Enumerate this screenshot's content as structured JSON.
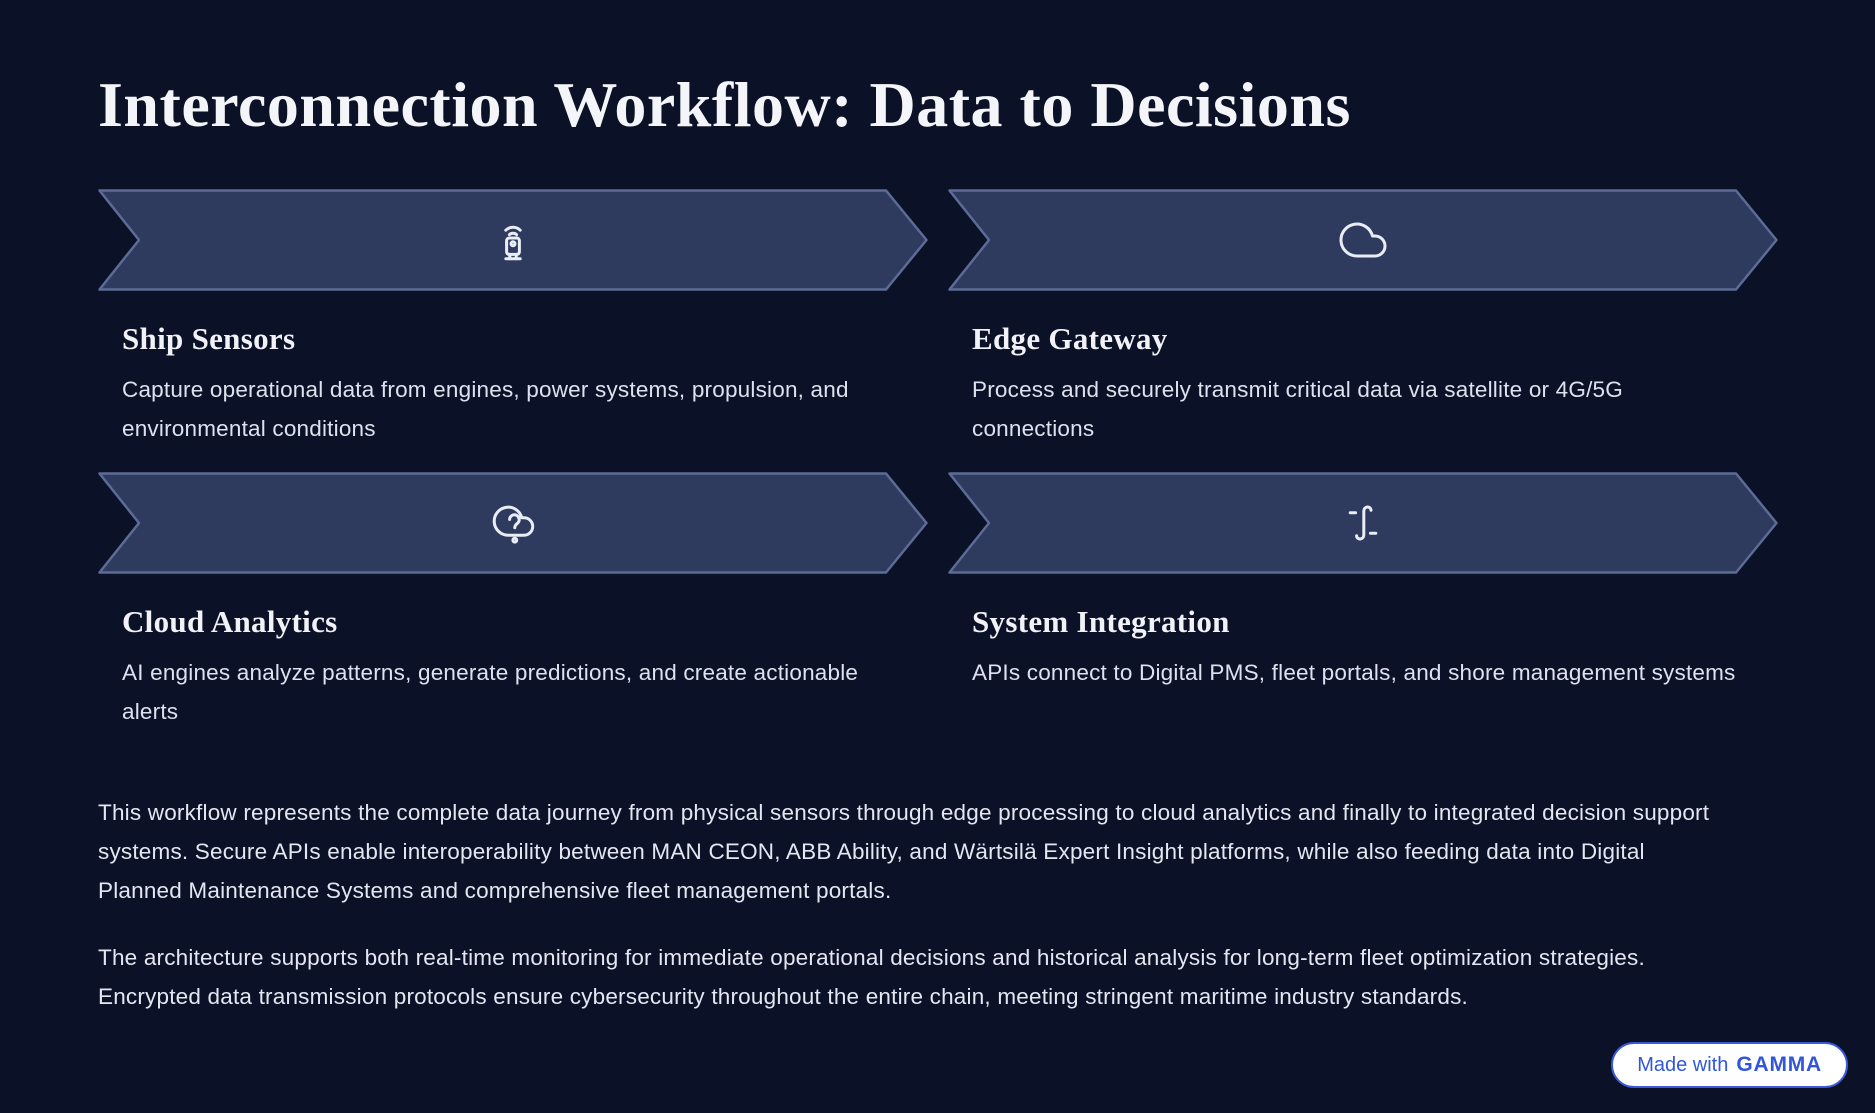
{
  "page": {
    "title": "Interconnection Workflow: Data to Decisions"
  },
  "steps": [
    {
      "icon": "iot-sensor-icon",
      "title": "Ship Sensors",
      "description": "Capture operational data from engines, power systems, propulsion, and environmental conditions"
    },
    {
      "icon": "cloud-icon",
      "title": "Edge Gateway",
      "description": "Process and securely transmit critical data via satellite or 4G/5G connections"
    },
    {
      "icon": "cloud-question-icon",
      "title": "Cloud Analytics",
      "description": "AI engines analyze patterns, generate predictions, and create actionable alerts"
    },
    {
      "icon": "integral-icon",
      "title": "System Integration",
      "description": "APIs connect to Digital PMS, fleet portals, and shore management systems"
    }
  ],
  "paragraphs": [
    "This workflow represents the complete data journey from physical sensors through edge processing to cloud analytics and finally to integrated decision support systems. Secure APIs enable interoperability between MAN CEON, ABB Ability, and Wärtsilä Expert Insight platforms, while also feeding data into Digital Planned Maintenance Systems and comprehensive fleet management portals.",
    "The architecture supports both real-time monitoring for immediate operational decisions and historical analysis for long-term fleet optimization strategies. Encrypted data transmission protocols ensure cybersecurity throughout the entire chain, meeting stringent maritime industry standards."
  ],
  "badge": {
    "prefix": "Made with",
    "brand": "GAMMA"
  },
  "colors": {
    "background": "#0b1126",
    "banner_fill": "#2e3a5e",
    "banner_border": "#5d6c96",
    "accent_blue": "#3157d8",
    "text_light": "#e8ebf4"
  }
}
